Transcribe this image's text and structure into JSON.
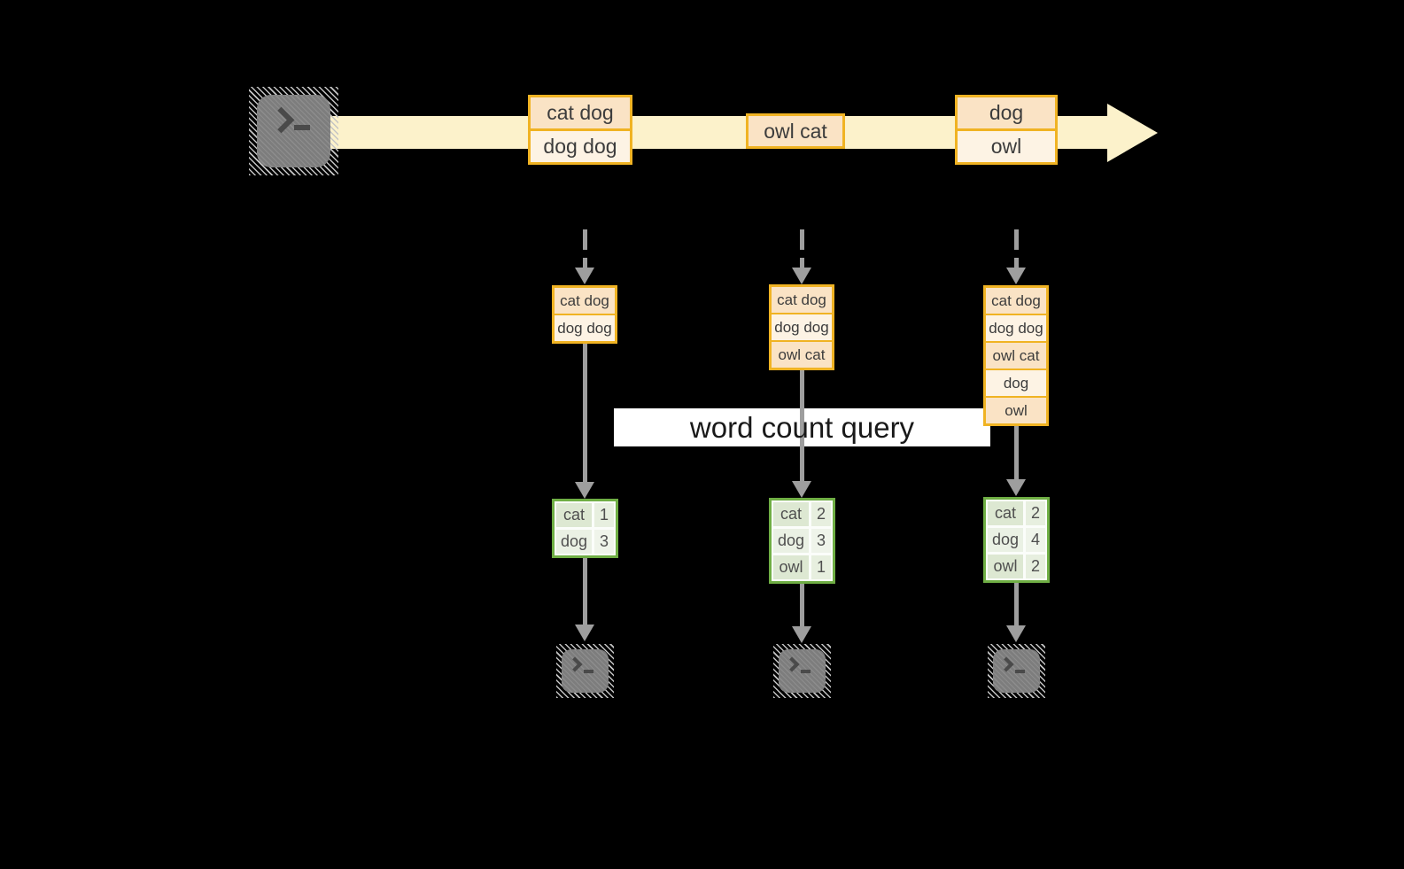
{
  "query_box": {
    "label": "word count query"
  },
  "stream": {
    "events": [
      {
        "rows": [
          "cat dog",
          "dog dog"
        ]
      },
      {
        "rows": [
          "owl cat"
        ]
      },
      {
        "rows": [
          "dog",
          "owl"
        ]
      }
    ]
  },
  "columns": [
    {
      "buffer": [
        "cat dog",
        "dog dog"
      ],
      "counts": [
        {
          "word": "cat",
          "value": "1"
        },
        {
          "word": "dog",
          "value": "3"
        }
      ]
    },
    {
      "buffer": [
        "cat dog",
        "dog dog",
        "owl cat"
      ],
      "counts": [
        {
          "word": "cat",
          "value": "2"
        },
        {
          "word": "dog",
          "value": "3"
        },
        {
          "word": "owl",
          "value": "1"
        }
      ]
    },
    {
      "buffer": [
        "cat dog",
        "dog dog",
        "owl cat",
        "dog",
        "owl"
      ],
      "counts": [
        {
          "word": "cat",
          "value": "2"
        },
        {
          "word": "dog",
          "value": "4"
        },
        {
          "word": "owl",
          "value": "2"
        }
      ]
    }
  ],
  "icons": {
    "source": "terminal-prompt-icon",
    "outputs": [
      "terminal-prompt-icon",
      "terminal-prompt-icon",
      "terminal-prompt-icon"
    ]
  },
  "colors": {
    "accent_gold": "#f0b323",
    "row_peach": "#fae3c5",
    "row_cream": "#fdf3e4",
    "band_cream": "#fcf2cb",
    "green_border": "#6fae44",
    "arrow_gray": "#9e9e9e",
    "terminal_gray": "#7d7d7d",
    "query_bg": "#ffffff",
    "background": "#000000"
  }
}
